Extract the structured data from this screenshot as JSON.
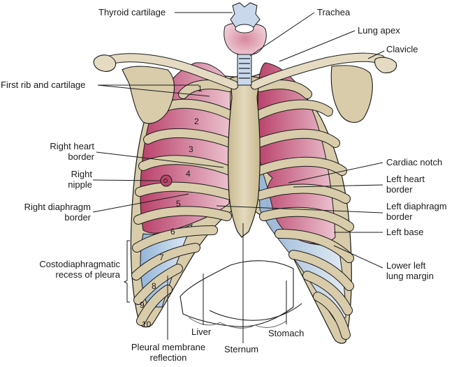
{
  "figure": {
    "subject": "Anterior thoracic cage with lungs, pleura and upper abdominal organs",
    "colors": {
      "bone": "#d8ccaa",
      "bone_shadow": "#b9aa84",
      "lung": "#b9476a",
      "lung_light": "#e3b3c3",
      "pleura": "#a9c4e0",
      "trachea": "#c9d8ea",
      "outline": "#1a1a1a"
    },
    "labels": {
      "thyroid_cartilage": "Thyroid cartilage",
      "trachea": "Trachea",
      "lung_apex": "Lung apex",
      "clavicle": "Clavicle",
      "first_rib": "First rib and cartilage",
      "right_heart_border": [
        "Right heart",
        "border"
      ],
      "right_nipple": [
        "Right",
        "nipple"
      ],
      "right_diaphragm_border": [
        "Right diaphragm",
        "border"
      ],
      "costodiaphragmatic_recess": [
        "Costodiaphragmatic",
        "recess of pleura"
      ],
      "cardiac_notch": "Cardiac notch",
      "left_heart_border": [
        "Left heart",
        "border"
      ],
      "left_diaphragm_border": [
        "Left diaphragm",
        "border"
      ],
      "left_base": "Left base",
      "lower_left_lung_margin": [
        "Lower left",
        "lung margin"
      ],
      "liver": "Liver",
      "stomach": "Stomach",
      "sternum": "Sternum",
      "pleural_membrane_reflection": [
        "Pleural membrane",
        "reflection"
      ]
    },
    "rib_numbers": [
      "1",
      "2",
      "3",
      "4",
      "5",
      "6",
      "7",
      "8",
      "9",
      "10"
    ]
  }
}
